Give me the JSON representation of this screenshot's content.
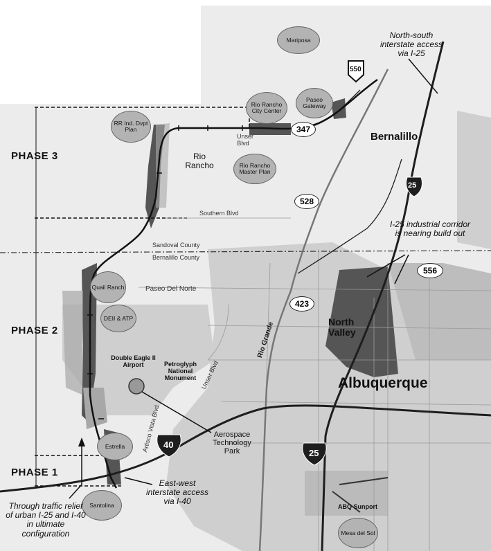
{
  "phases": {
    "phase3": "PHASE 3",
    "phase2": "PHASE 2",
    "phase1": "PHASE 1"
  },
  "places": {
    "mariposa": "Mariposa",
    "rr_ind": "RR Ind. Dvpt Plan",
    "rr_city_center": "Rio Rancho City Center",
    "paseo_gateway": "Paseo Gateway",
    "rr_master_plan": "Rio Rancho Master Plan",
    "quail_ranch": "Quail Ranch",
    "deii_atp": "DEII & ATP",
    "estrella": "Estrella",
    "santolina": "Santolina",
    "mesa_del_sol": "Mesa del Sol"
  },
  "cities": {
    "bernalillo": "Bernalillo",
    "rio_rancho": "Rio Rancho",
    "albuquerque": "Albuquerque",
    "north_valley": "North Valley"
  },
  "roads": {
    "unser_blvd_north": "Unser Blvd",
    "southern_blvd": "Southern Blvd",
    "sandoval_county": "Sandoval County",
    "bernalillo_county": "Bernalillo County",
    "paseo_del_norte": "Paseo Del Norte",
    "unser_blvd": "Unser Blvd",
    "artisco_vista_blvd": "Artisco Vista Blvd",
    "rio_grande": "Rio Grande"
  },
  "features": {
    "double_eagle": "Double Eagle II Airport",
    "petroglyph": "Petroglyph National Monument",
    "aerospace": "Aerospace Technology Park",
    "abq_sunport": "ABQ Sunport"
  },
  "annotations": {
    "north_south": "North-south interstate access via I-25",
    "i25_corridor": "I-25 industrial corridor is nearing build out",
    "east_west": "East-west interstate access via I-40",
    "through_traffic": "Through traffic relief of urban I-25 and I-40 in ultimate configuration"
  },
  "shields": {
    "us550": "550",
    "nm347": "347",
    "nm528": "528",
    "nm556": "556",
    "nm423": "423",
    "i25_north": "25",
    "i25_south": "25",
    "i40": "40"
  },
  "colors": {
    "background": "#ececec",
    "urban": "#cfcfcf",
    "dark_parcel": "#555555",
    "gray_parcel": "#a8a8a8",
    "interstate": "#1e1e1e"
  }
}
